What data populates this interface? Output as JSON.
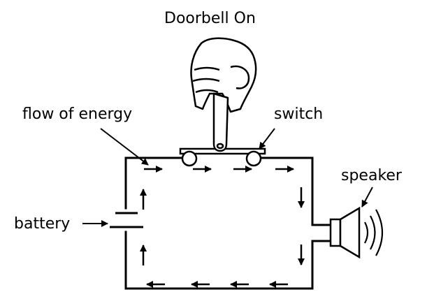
{
  "diagram": {
    "title": "Doorbell On",
    "labels": {
      "flow_of_energy": "flow of energy",
      "switch": "switch",
      "speaker": "speaker",
      "battery": "battery"
    }
  }
}
